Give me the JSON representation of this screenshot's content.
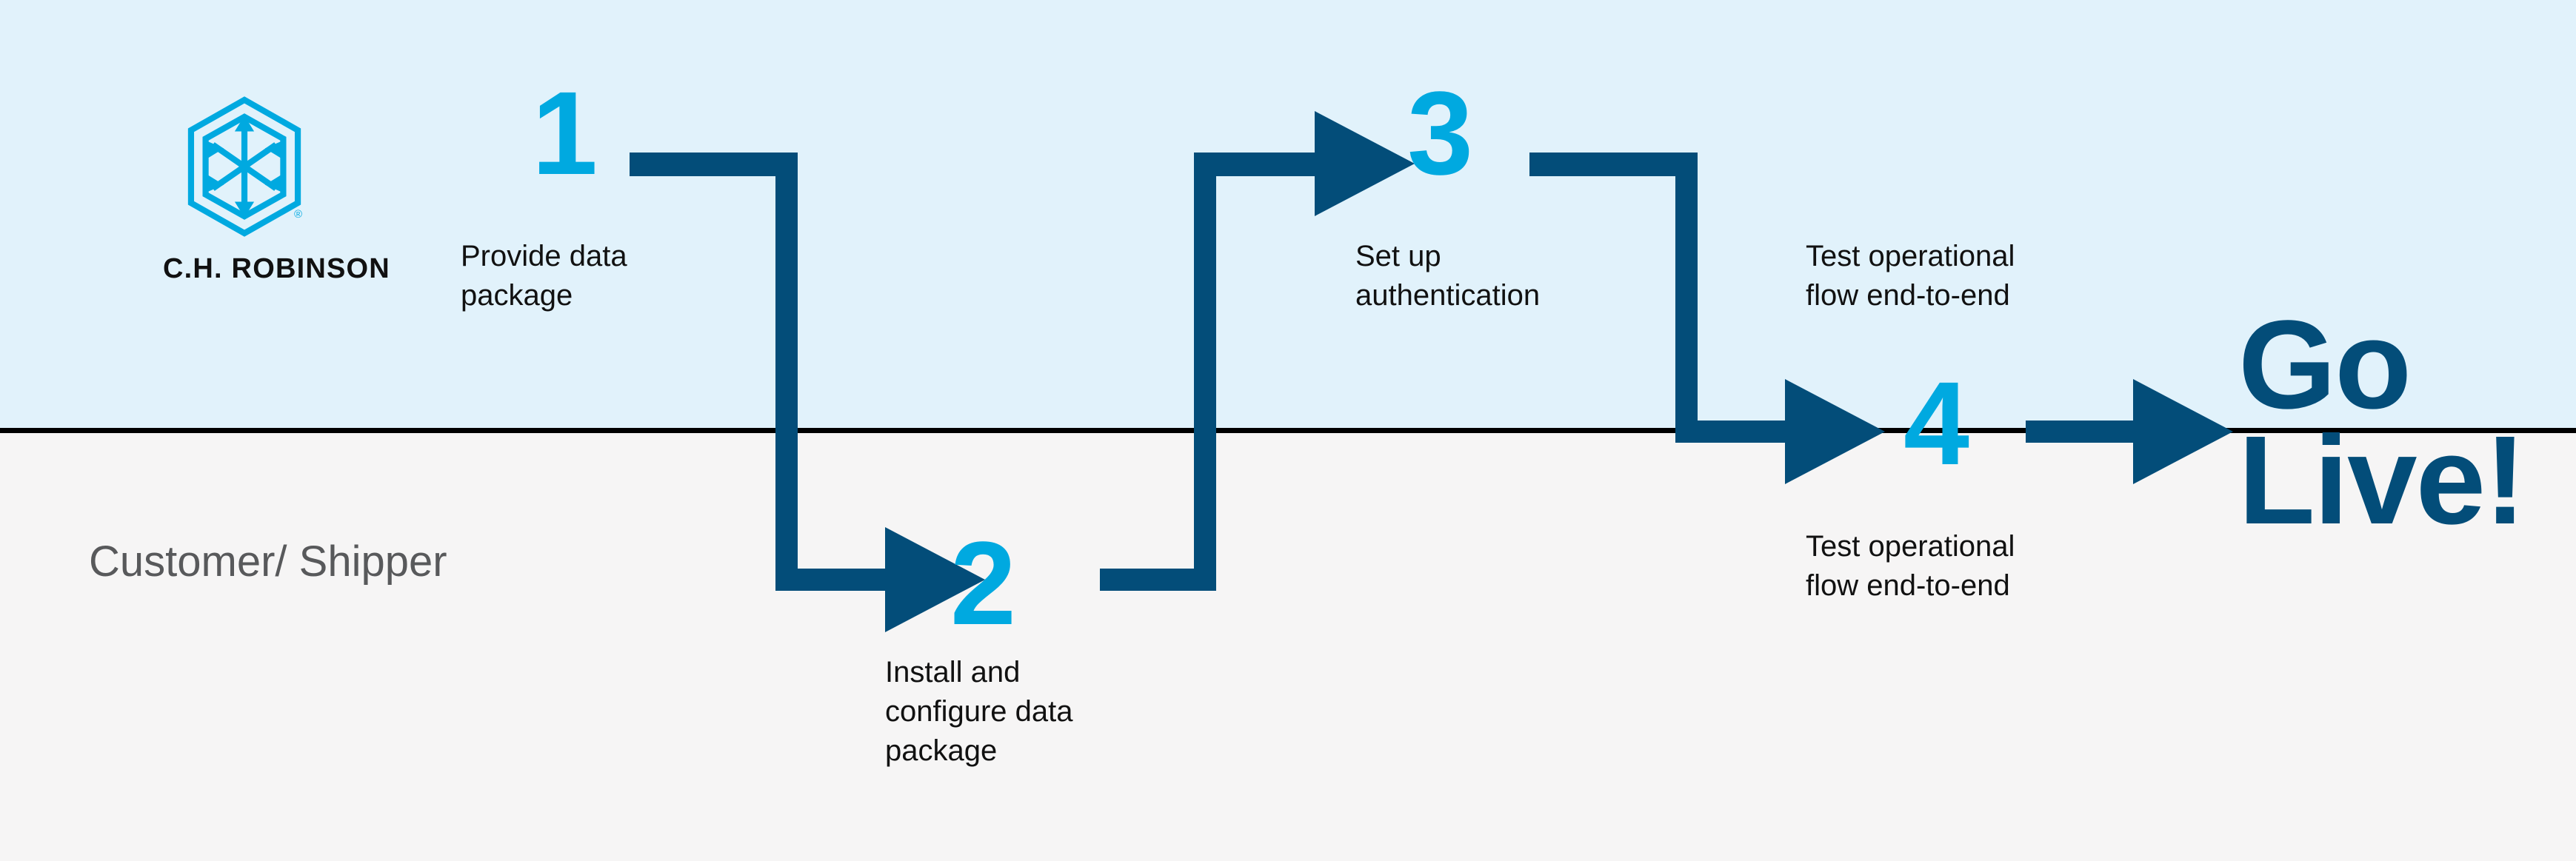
{
  "colors": {
    "band_top": "#E1F2FB",
    "band_bottom": "#F6F5F5",
    "divider": "#000000",
    "accent_cyan": "#00A9E0",
    "navy": "#034D79",
    "caption_text": "#111111",
    "lane_label_text": "#58595B"
  },
  "brand": {
    "name": "C.H. ROBINSON",
    "logo_icon": "ch-robinson-hexagon-cube-logo",
    "registered_mark": "®"
  },
  "lanes": {
    "top_label": "",
    "bottom_label": "Customer/\nShipper"
  },
  "steps": [
    {
      "number": "1",
      "caption": "Provide data\npackage",
      "lane": "top"
    },
    {
      "number": "2",
      "caption": "Install and\nconfigure data\npackage",
      "lane": "bottom"
    },
    {
      "number": "3",
      "caption": "Set up\nauthentication",
      "lane": "top"
    },
    {
      "number": "4",
      "caption_top": "Test operational\nflow end-to-end",
      "caption_bottom": "Test operational\nflow end-to-end",
      "lane": "both"
    }
  ],
  "finish": {
    "label": "Go\nLive!"
  }
}
